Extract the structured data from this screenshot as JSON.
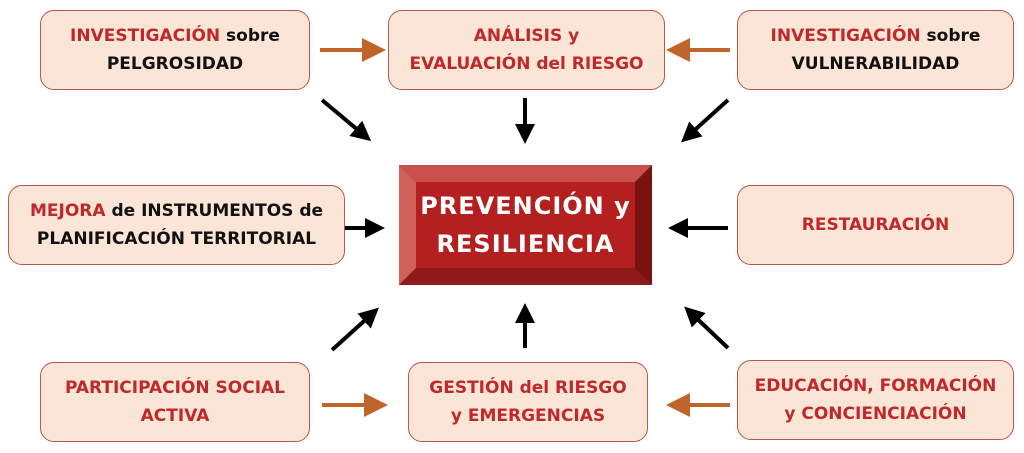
{
  "boxes": {
    "pel": {
      "a": "INVESTIGACIÓN",
      "b": " sobre",
      "c": "PELGROSIDAD"
    },
    "ana": {
      "a": "ANÁLISIS y",
      "b": "EVALUACIÓN del RIESGO"
    },
    "vul": {
      "a": "INVESTIGACIÓN",
      "b": " sobre",
      "c": "VULNERABILIDAD"
    },
    "mej": {
      "a": "MEJORA",
      "b": " de INSTRUMENTOS de",
      "c": "PLANIFICACIÓN TERRITORIAL"
    },
    "res": {
      "a": "RESTAURACIÓN"
    },
    "par": {
      "a": "PARTICIPACIÓN SOCIAL",
      "b": "ACTIVA"
    },
    "ges": {
      "a": "GESTIÓN del RIESGO",
      "b": "y EMERGENCIAS"
    },
    "edu": {
      "a": "EDUCACIÓN, FORMACIÓN",
      "b": "y CONCIENCIACIÓN"
    }
  },
  "center": {
    "line1": "PREVENCIÓN y",
    "line2": "RESILIENCIA"
  },
  "colors": {
    "accent": "#c0282a",
    "box_fill": "#fbe5d6",
    "orange_arrow": "#c0652a",
    "center": "#b22222"
  }
}
